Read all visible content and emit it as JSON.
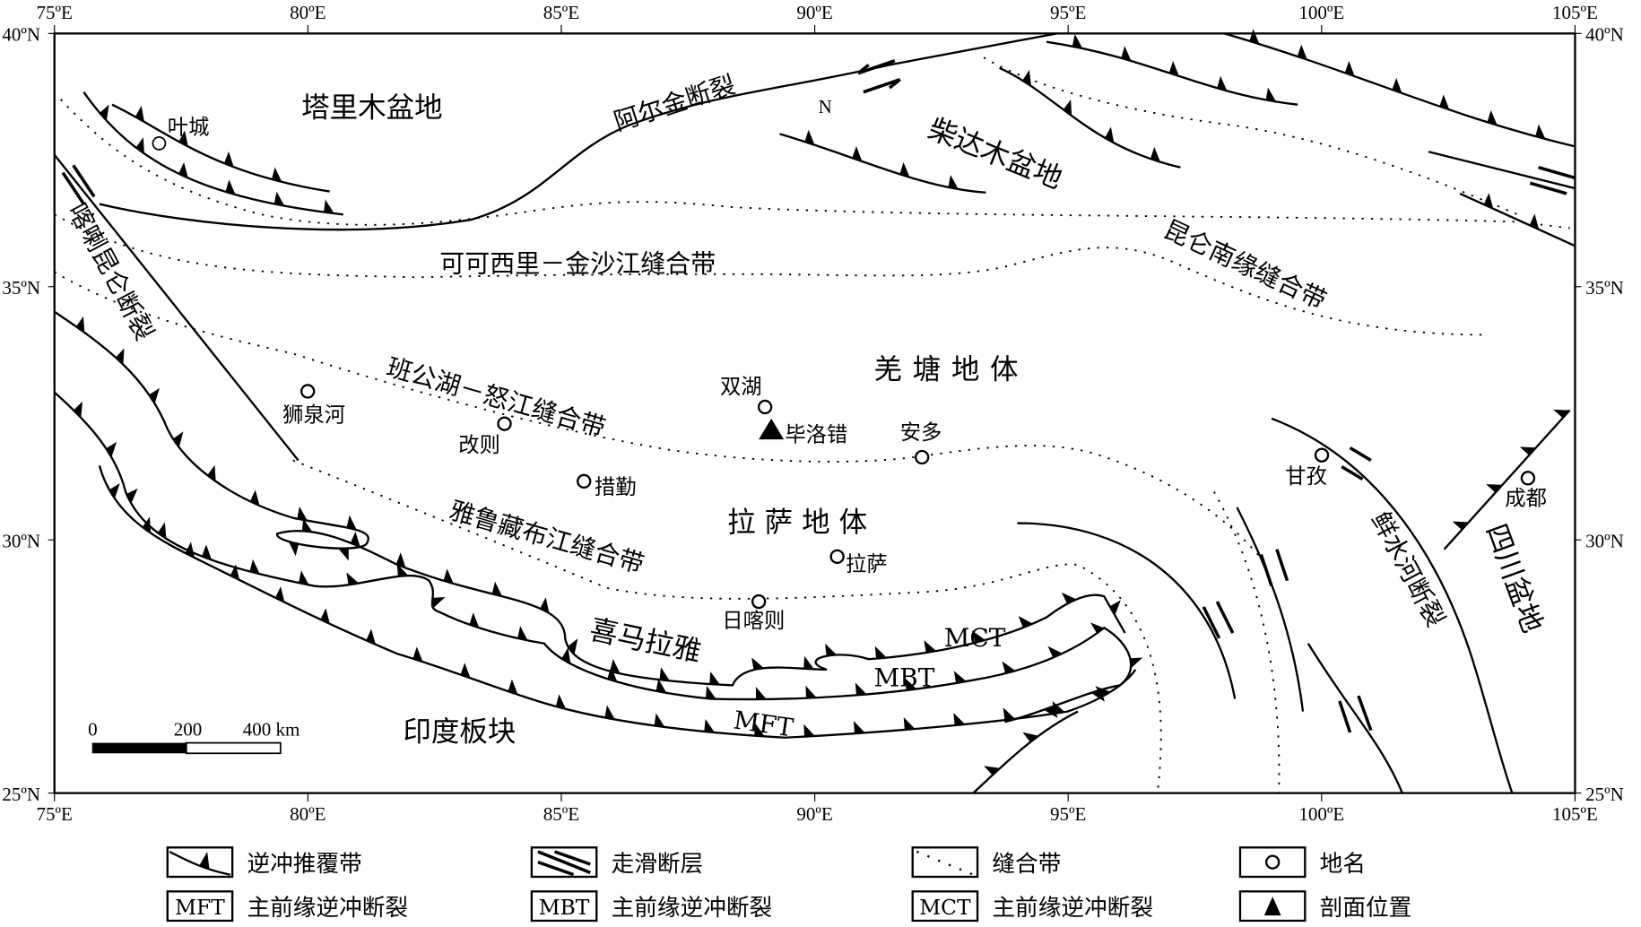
{
  "axes": {
    "lon_ticks": [
      {
        "v": 75,
        "t": "75ºE"
      },
      {
        "v": 80,
        "t": "80ºE"
      },
      {
        "v": 85,
        "t": "85ºE"
      },
      {
        "v": 90,
        "t": "90ºE"
      },
      {
        "v": 95,
        "t": "95ºE"
      },
      {
        "v": 100,
        "t": "100ºE"
      },
      {
        "v": 105,
        "t": "105ºE"
      }
    ],
    "lat_ticks": [
      {
        "v": 40,
        "t": "40ºN"
      },
      {
        "v": 35,
        "t": "35ºN"
      },
      {
        "v": 30,
        "t": "30ºN"
      },
      {
        "v": 25,
        "t": "25ºN"
      }
    ]
  },
  "regions": {
    "tarim": "塔里木盆地",
    "qaidam": "柴达木盆地",
    "qiangtang": "羌塘地体",
    "lhasa_terrane": "拉 萨 地 体",
    "himalaya": "喜马拉雅",
    "india": "印度板块",
    "sichuan": "四川盆地"
  },
  "faults": {
    "altyn": "阿尔金断裂",
    "karakoram": "喀喇昆仑断裂",
    "xianshuihe": "鲜水河断裂",
    "mct": "MCT",
    "mbt": "MBT",
    "mft": "MFT",
    "n_mark": "N"
  },
  "sutures": {
    "kokoxili": "可可西里－金沙江缝合带",
    "kunlun_south": "昆仑南缘缝合带",
    "bangong": "班公湖－怒江缝合带",
    "yarlung": "雅鲁藏布江缝合带"
  },
  "places": [
    {
      "name": "叶城"
    },
    {
      "name": "狮泉河"
    },
    {
      "name": "改则"
    },
    {
      "name": "措勤"
    },
    {
      "name": "双湖"
    },
    {
      "name": "安多"
    },
    {
      "name": "拉萨"
    },
    {
      "name": "日喀则"
    },
    {
      "name": "甘孜"
    },
    {
      "name": "成都"
    }
  ],
  "profile": {
    "name": "毕洛错"
  },
  "scale_bar": {
    "t0": "0",
    "t1": "200",
    "t2": "400 km"
  },
  "legend": [
    {
      "label": "逆冲推覆带"
    },
    {
      "label": "走滑断层"
    },
    {
      "label": "缝合带"
    },
    {
      "label": "地名"
    },
    {
      "box": "MFT",
      "label": "主前缘逆冲断裂"
    },
    {
      "box": "MBT",
      "label": "主前缘逆冲断裂"
    },
    {
      "box": "MCT",
      "label": "主前缘逆冲断裂"
    },
    {
      "label": "剖面位置"
    }
  ]
}
